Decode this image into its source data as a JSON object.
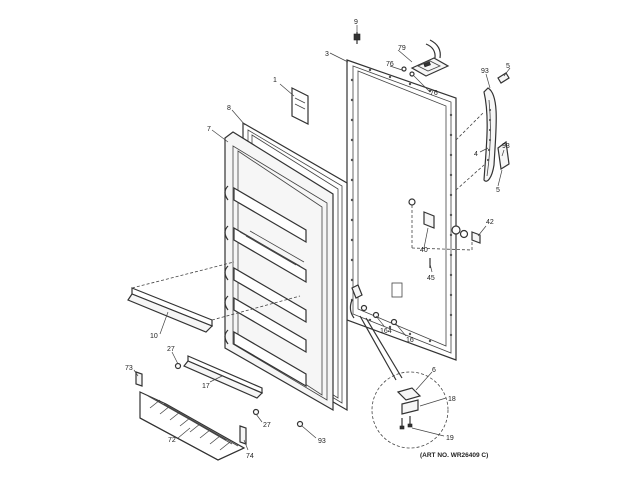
{
  "callouts": {
    "c1": "1",
    "c3": "3",
    "c4": "4",
    "c5a": "5",
    "c5b": "5",
    "c6": "6",
    "c7": "7",
    "c8": "8",
    "c9": "9",
    "c10": "10",
    "c16": "16",
    "c17": "17",
    "c18": "18",
    "c19": "19",
    "c27a": "27",
    "c27b": "27",
    "c40": "40",
    "c42": "42",
    "c45": "45",
    "c72": "72",
    "c73": "73",
    "c74": "74",
    "c76a": "76",
    "c76b": "76",
    "c79": "79",
    "c93a": "93",
    "c93b": "93",
    "c93c": "93",
    "c164": "164"
  },
  "art_number": "(ART NO. WR26409 C)"
}
